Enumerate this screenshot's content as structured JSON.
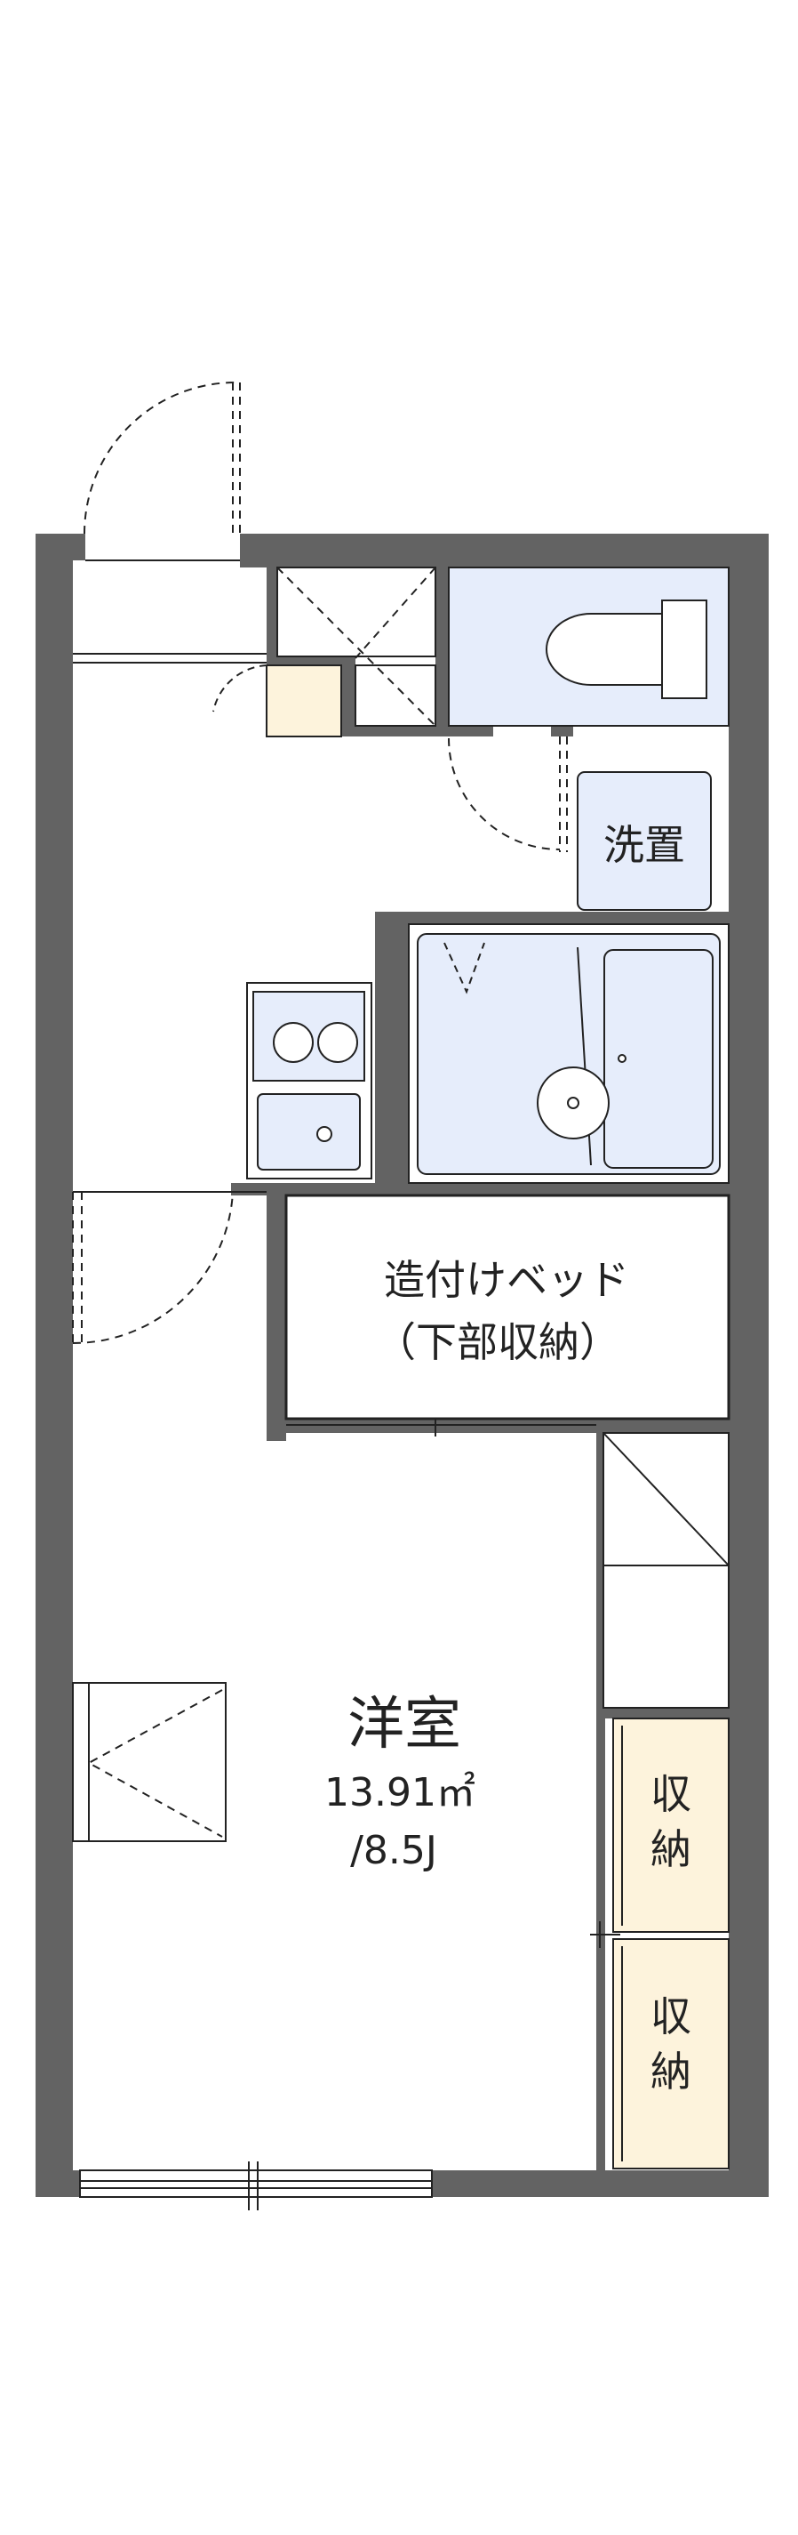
{
  "plan": {
    "room_main": {
      "name": "洋室",
      "area": "13.91㎡",
      "size": "/8.5J"
    },
    "built_in_bed": {
      "line1": "造付けベッド",
      "line2": "（下部収納）"
    },
    "laundry": "洗置",
    "storage_1": {
      "line1": "収",
      "line2": "納"
    },
    "storage_2": {
      "line1": "収",
      "line2": "納"
    }
  },
  "colors": {
    "wall": "#636363",
    "fixture_blue": "#e6edfb",
    "storage_cream": "#fdf3dc",
    "line": "#222222"
  }
}
